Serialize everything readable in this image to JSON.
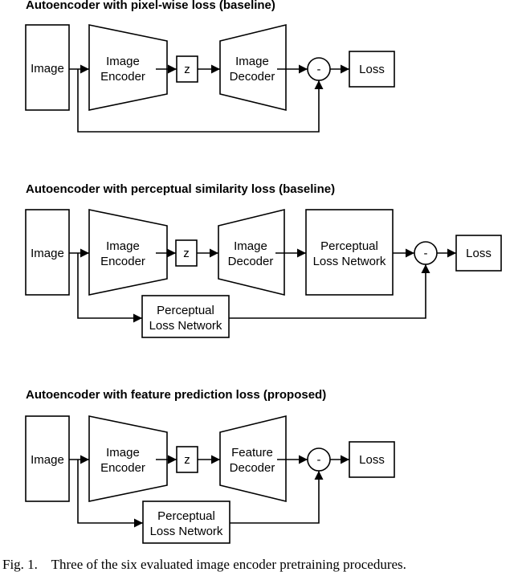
{
  "diagrams": [
    {
      "title": "Autoencoder with pixel-wise loss (baseline)",
      "input": "Image",
      "encoder": [
        "Image",
        "Encoder"
      ],
      "latent": "z",
      "decoder": [
        "Image",
        "Decoder"
      ],
      "operator": "-",
      "output": "Loss"
    },
    {
      "title": "Autoencoder with perceptual similarity loss (baseline)",
      "input": "Image",
      "encoder": [
        "Image",
        "Encoder"
      ],
      "latent": "z",
      "decoder": [
        "Image",
        "Decoder"
      ],
      "perceptual_top": [
        "Perceptual",
        "Loss Network"
      ],
      "perceptual_bottom": [
        "Perceptual",
        "Loss Network"
      ],
      "operator": "-",
      "output": "Loss"
    },
    {
      "title": "Autoencoder with feature prediction loss (proposed)",
      "input": "Image",
      "encoder": [
        "Image",
        "Encoder"
      ],
      "latent": "z",
      "decoder": [
        "Feature",
        "Decoder"
      ],
      "perceptual_bottom": [
        "Perceptual",
        "Loss Network"
      ],
      "operator": "-",
      "output": "Loss"
    }
  ],
  "caption": "Fig. 1.    Three of the six evaluated image encoder pretraining procedures."
}
